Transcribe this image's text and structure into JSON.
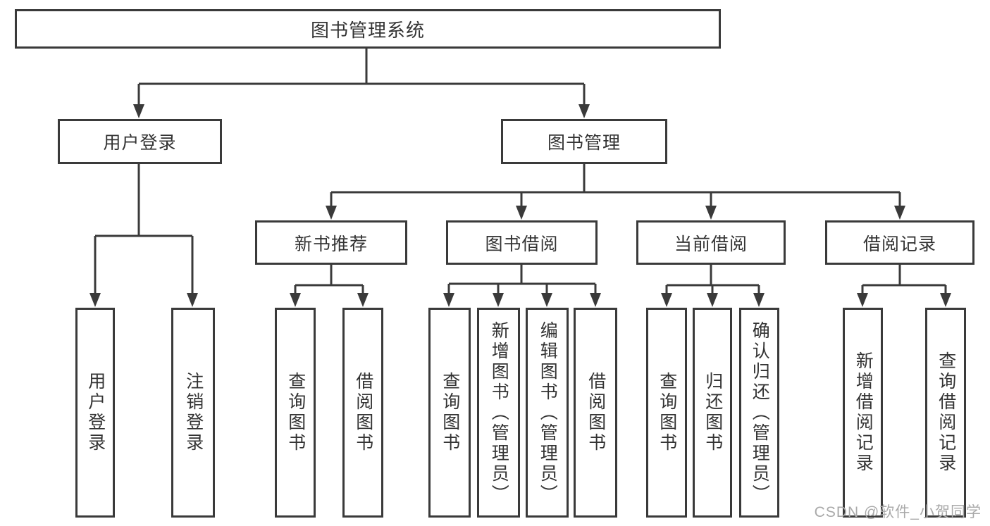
{
  "tree": {
    "root": {
      "label": "图书管理系统"
    },
    "branches": [
      {
        "label": "用户登录",
        "children": [
          {
            "label": "用户登录"
          },
          {
            "label": "注销登录"
          }
        ]
      },
      {
        "label": "图书管理",
        "children": [
          {
            "label": "新书推荐",
            "children": [
              {
                "label": "查询图书"
              },
              {
                "label": "借阅图书"
              }
            ]
          },
          {
            "label": "图书借阅",
            "children": [
              {
                "label": "查询图书"
              },
              {
                "label": "新增图书（管理员）"
              },
              {
                "label": "编辑图书（管理员）"
              },
              {
                "label": "借阅图书"
              }
            ]
          },
          {
            "label": "当前借阅",
            "children": [
              {
                "label": "查询图书"
              },
              {
                "label": "归还图书"
              },
              {
                "label": "确认归还（管理员）"
              }
            ]
          },
          {
            "label": "借阅记录",
            "children": [
              {
                "label": "新增借阅记录"
              },
              {
                "label": "查询借阅记录"
              }
            ]
          }
        ]
      }
    ]
  },
  "watermark": "CSDN @软件_小贺同学",
  "colors": {
    "line": "#3a3a3a",
    "text": "#333333",
    "watermark": "#a9a9a9",
    "background": "#ffffff"
  }
}
